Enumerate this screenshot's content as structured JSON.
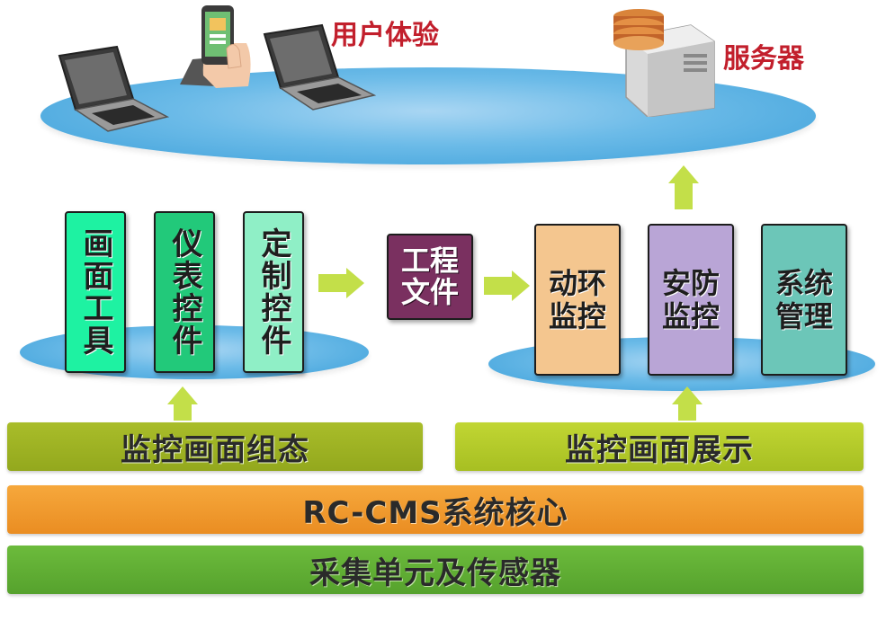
{
  "top": {
    "user_experience_label": "用户体验",
    "server_label": "服务器"
  },
  "left_group": {
    "cards": [
      {
        "label": "画面工具",
        "color": "#1ef2a2"
      },
      {
        "label": "仪表控件",
        "color": "#22c97a"
      },
      {
        "label": "定制控件",
        "color": "#8fefc6"
      }
    ],
    "bar_label": "监控画面组态"
  },
  "middle": {
    "project_file_label": "工程文件"
  },
  "right_group": {
    "cards": [
      {
        "label": "动环监控",
        "color": "#f4c68f"
      },
      {
        "label": "安防监控",
        "color": "#b9a5d6"
      },
      {
        "label": "系统管理",
        "color": "#6cc6b8"
      }
    ],
    "bar_label": "监控画面展示"
  },
  "core_bar_label": "RC-CMS系统核心",
  "bottom_bar_label": "采集单元及传感器",
  "colors": {
    "ellipse": "#5aaee3",
    "arrow": "#c3df49",
    "display_bar": "#b5cc2b",
    "config_bar": "#9fb322",
    "core_bar": "#f29a2e",
    "bottom_bar": "#5fae35",
    "project_file": "#7a3060",
    "label_red": "#c21f2c"
  }
}
